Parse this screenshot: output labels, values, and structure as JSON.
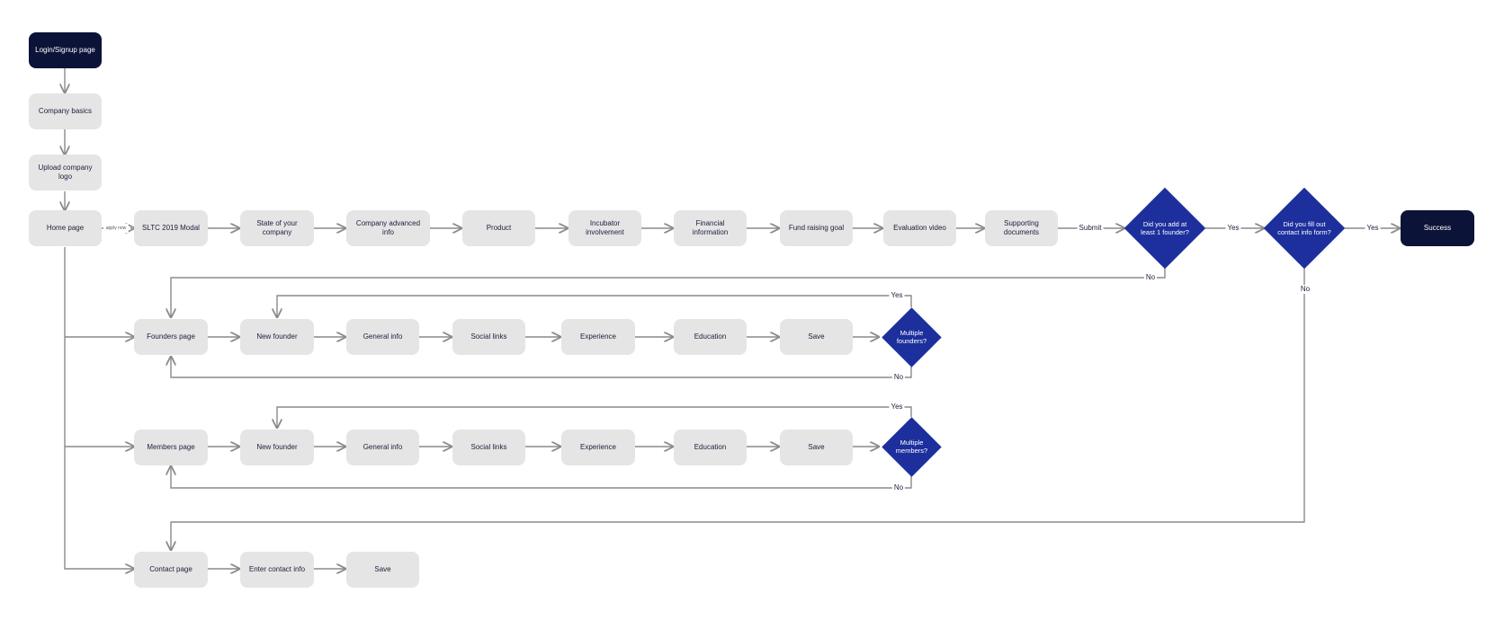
{
  "colors": {
    "box": "#e5e5e5",
    "dark": "#0c1338",
    "decision": "#1c2f9c",
    "line": "#8a8a8a",
    "text": "#1b1f3b"
  },
  "nodes": {
    "login": "Login/Signup page",
    "company_basics": "Company basics",
    "upload_logo": "Upload company logo",
    "home": "Home page",
    "sltc_modal": "SLTC 2019 Modal",
    "state_company": "State of your company",
    "company_advanced": "Company advanced info",
    "product": "Product",
    "incubator": "Incubator involvement",
    "financial": "Financial information",
    "fund_raising": "Fund raising goal",
    "evaluation_video": "Evaluation video",
    "supporting_docs": "Supporting documents",
    "success": "Success",
    "founders_page": "Founders page",
    "f_new_founder": "New founder",
    "f_general": "General info",
    "f_social": "Social links",
    "f_experience": "Experience",
    "f_education": "Education",
    "f_save": "Save",
    "members_page": "Members page",
    "m_new_founder": "New founder",
    "m_general": "General info",
    "m_social": "Social links",
    "m_experience": "Experience",
    "m_education": "Education",
    "m_save": "Save",
    "contact_page": "Contact page",
    "enter_contact": "Enter contact info",
    "c_save": "Save"
  },
  "decisions": {
    "founder_added": "Did you add at least 1 founder?",
    "contact_filled": "Did you fill out contact info form?",
    "multiple_founders": "Multiple founders?",
    "multiple_members": "Multiple members?"
  },
  "edge_labels": {
    "apply_now": "apply now",
    "submit": "Submit",
    "yes_1": "Yes",
    "yes_2": "Yes",
    "no_1": "No",
    "no_2": "No",
    "founders_yes": "Yes",
    "founders_no": "No",
    "members_yes": "Yes",
    "members_no": "No"
  }
}
